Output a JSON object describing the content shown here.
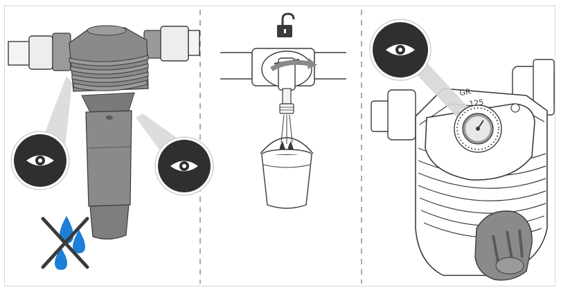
{
  "panels": [
    {
      "name": "inspect-filter",
      "icons": [
        "eye-icon",
        "eye-icon",
        "no-water-icon"
      ]
    },
    {
      "name": "drain-valve",
      "icons": [
        "unlock-icon",
        "rotate-arrow-icon",
        "bucket-icon"
      ]
    },
    {
      "name": "pressure-gauge",
      "icons": [
        "eye-icon",
        "gauge-icon"
      ]
    }
  ],
  "colors": {
    "badge_dark": "#2f2f2f",
    "filter_body": "#8a8a8a",
    "filter_dark": "#6e6e6e",
    "line": "#3a3a3a",
    "water_blue": "#1e7fd6",
    "callout_gray": "#d7d7d7"
  },
  "labels": {
    "gauge_mark_1": "GR",
    "gauge_mark_2": "125"
  }
}
